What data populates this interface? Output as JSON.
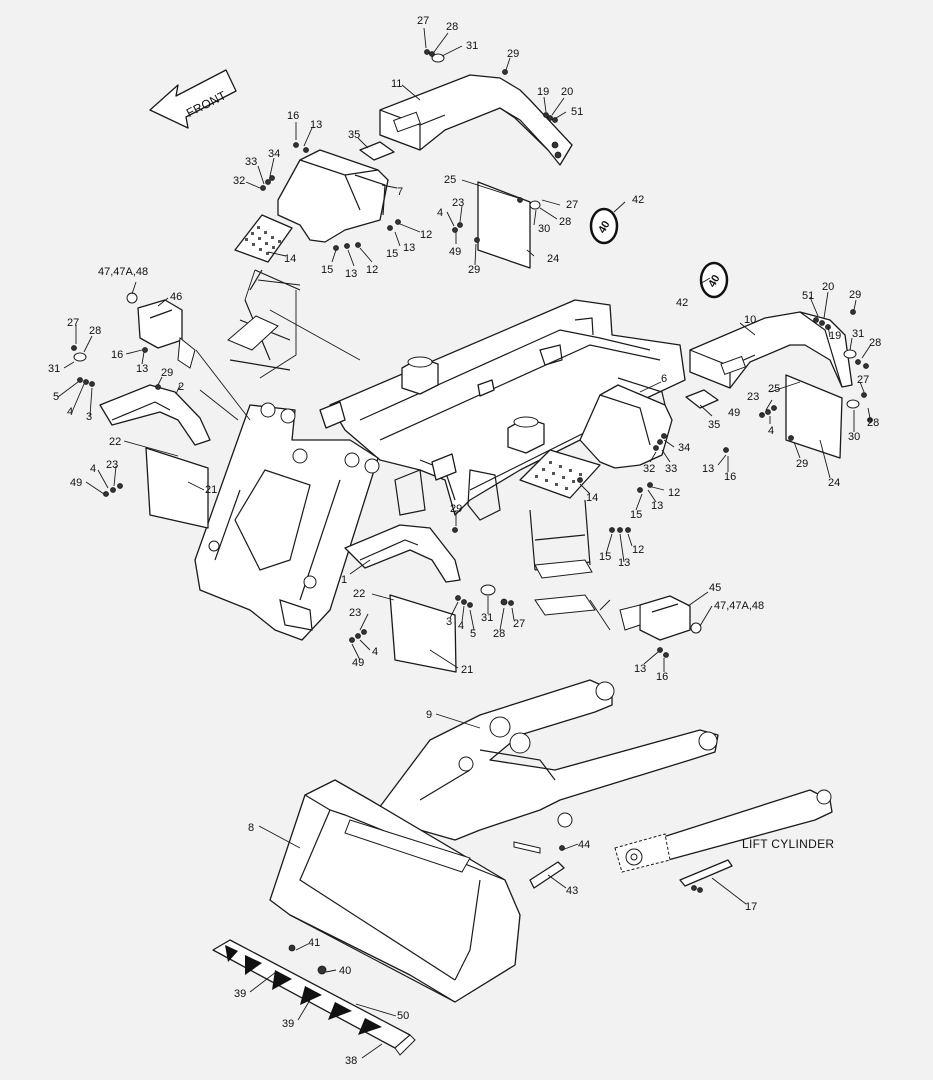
{
  "front_label": "FRONT",
  "lift_cylinder_label": "LIFT CYLINDER",
  "decals": {
    "left": "40",
    "right": "40"
  },
  "callouts": [
    "27",
    "28",
    "31",
    "29",
    "11",
    "19",
    "20",
    "51",
    "16",
    "13",
    "35",
    "33",
    "34",
    "32",
    "7",
    "25",
    "4",
    "23",
    "49",
    "29",
    "27",
    "28",
    "30",
    "24",
    "42",
    "12",
    "15",
    "13",
    "12",
    "13",
    "14",
    "15",
    "13",
    "12",
    "47,47A,48",
    "46",
    "27",
    "28",
    "16",
    "13",
    "31",
    "5",
    "4",
    "3",
    "29",
    "2",
    "22",
    "4",
    "23",
    "49",
    "21",
    "42",
    "51",
    "20",
    "29",
    "10",
    "19",
    "31",
    "28",
    "23",
    "25",
    "6",
    "27",
    "49",
    "4",
    "35",
    "34",
    "30",
    "28",
    "32",
    "33",
    "13",
    "16",
    "29",
    "24",
    "14",
    "12",
    "13",
    "15",
    "12",
    "15",
    "13",
    "29",
    "1",
    "22",
    "23",
    "3",
    "4",
    "5",
    "31",
    "27",
    "28",
    "49",
    "4",
    "21",
    "45",
    "47,47A,48",
    "13",
    "16",
    "9",
    "8",
    "44",
    "43",
    "17",
    "41",
    "40",
    "39",
    "50",
    "39",
    "38"
  ]
}
